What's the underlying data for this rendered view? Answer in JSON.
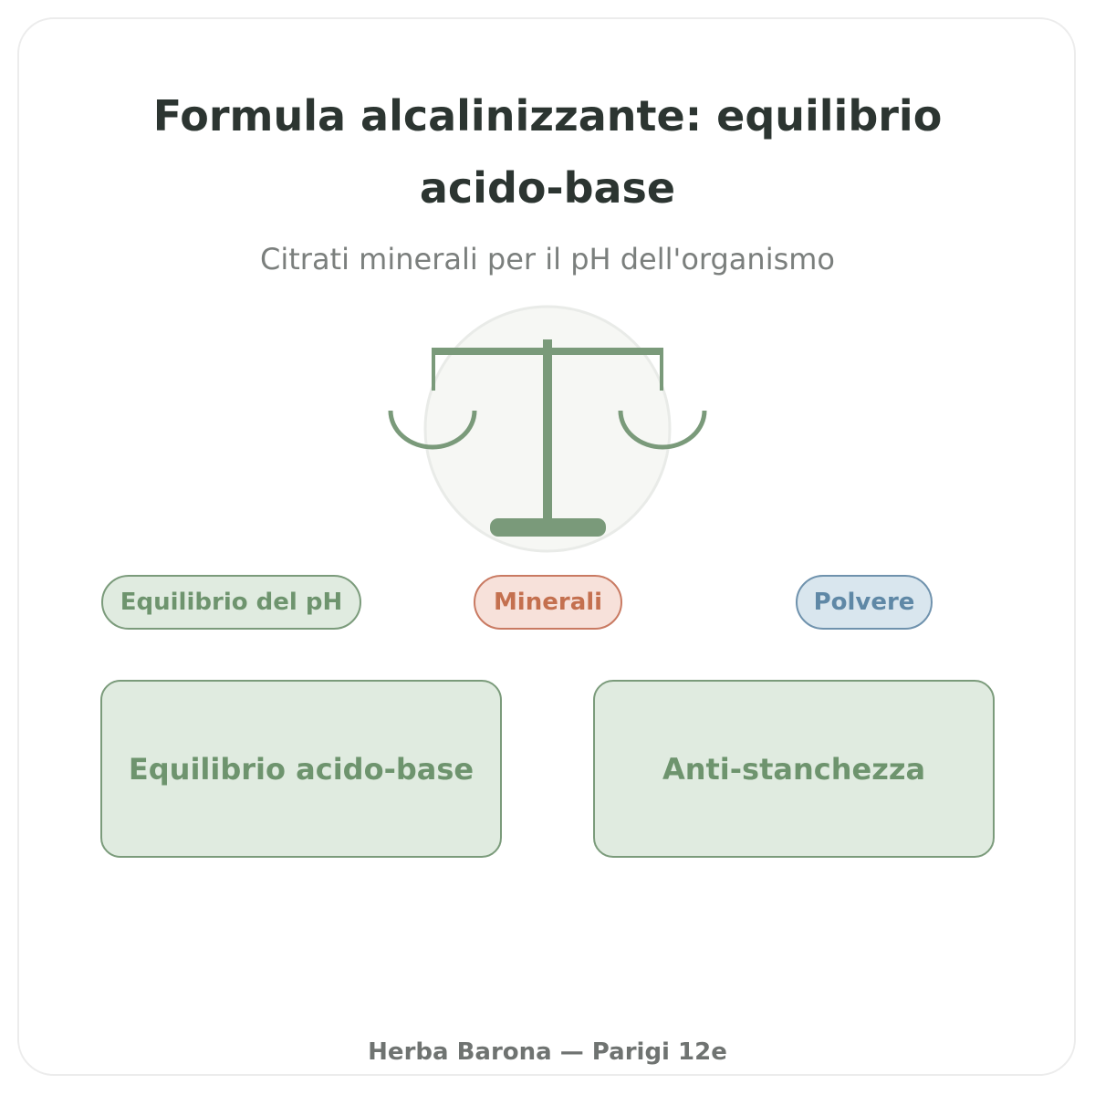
{
  "header": {
    "title_line1": "Formula alcalinizzante: equilibrio",
    "title_line2": "acido-base",
    "subtitle": "Citrati minerali per il pH dell'organismo"
  },
  "emblem": {
    "icon": "balance-scale-icon",
    "color": "#7a9a7a",
    "background": "#f6f7f4"
  },
  "tags": [
    {
      "label": "Equilibrio del pH",
      "color": "#6e946e",
      "background": "#e0ebe0"
    },
    {
      "label": "Minerali",
      "color": "#c4704f",
      "background": "#f7e1da"
    },
    {
      "label": "Polvere",
      "color": "#5f88a6",
      "background": "#d9e6ee"
    }
  ],
  "benefits": [
    {
      "label": "Equilibrio acido-base"
    },
    {
      "label": "Anti-stanchezza"
    }
  ],
  "footer": {
    "text": "Herba Barona — Parigi 12e"
  }
}
